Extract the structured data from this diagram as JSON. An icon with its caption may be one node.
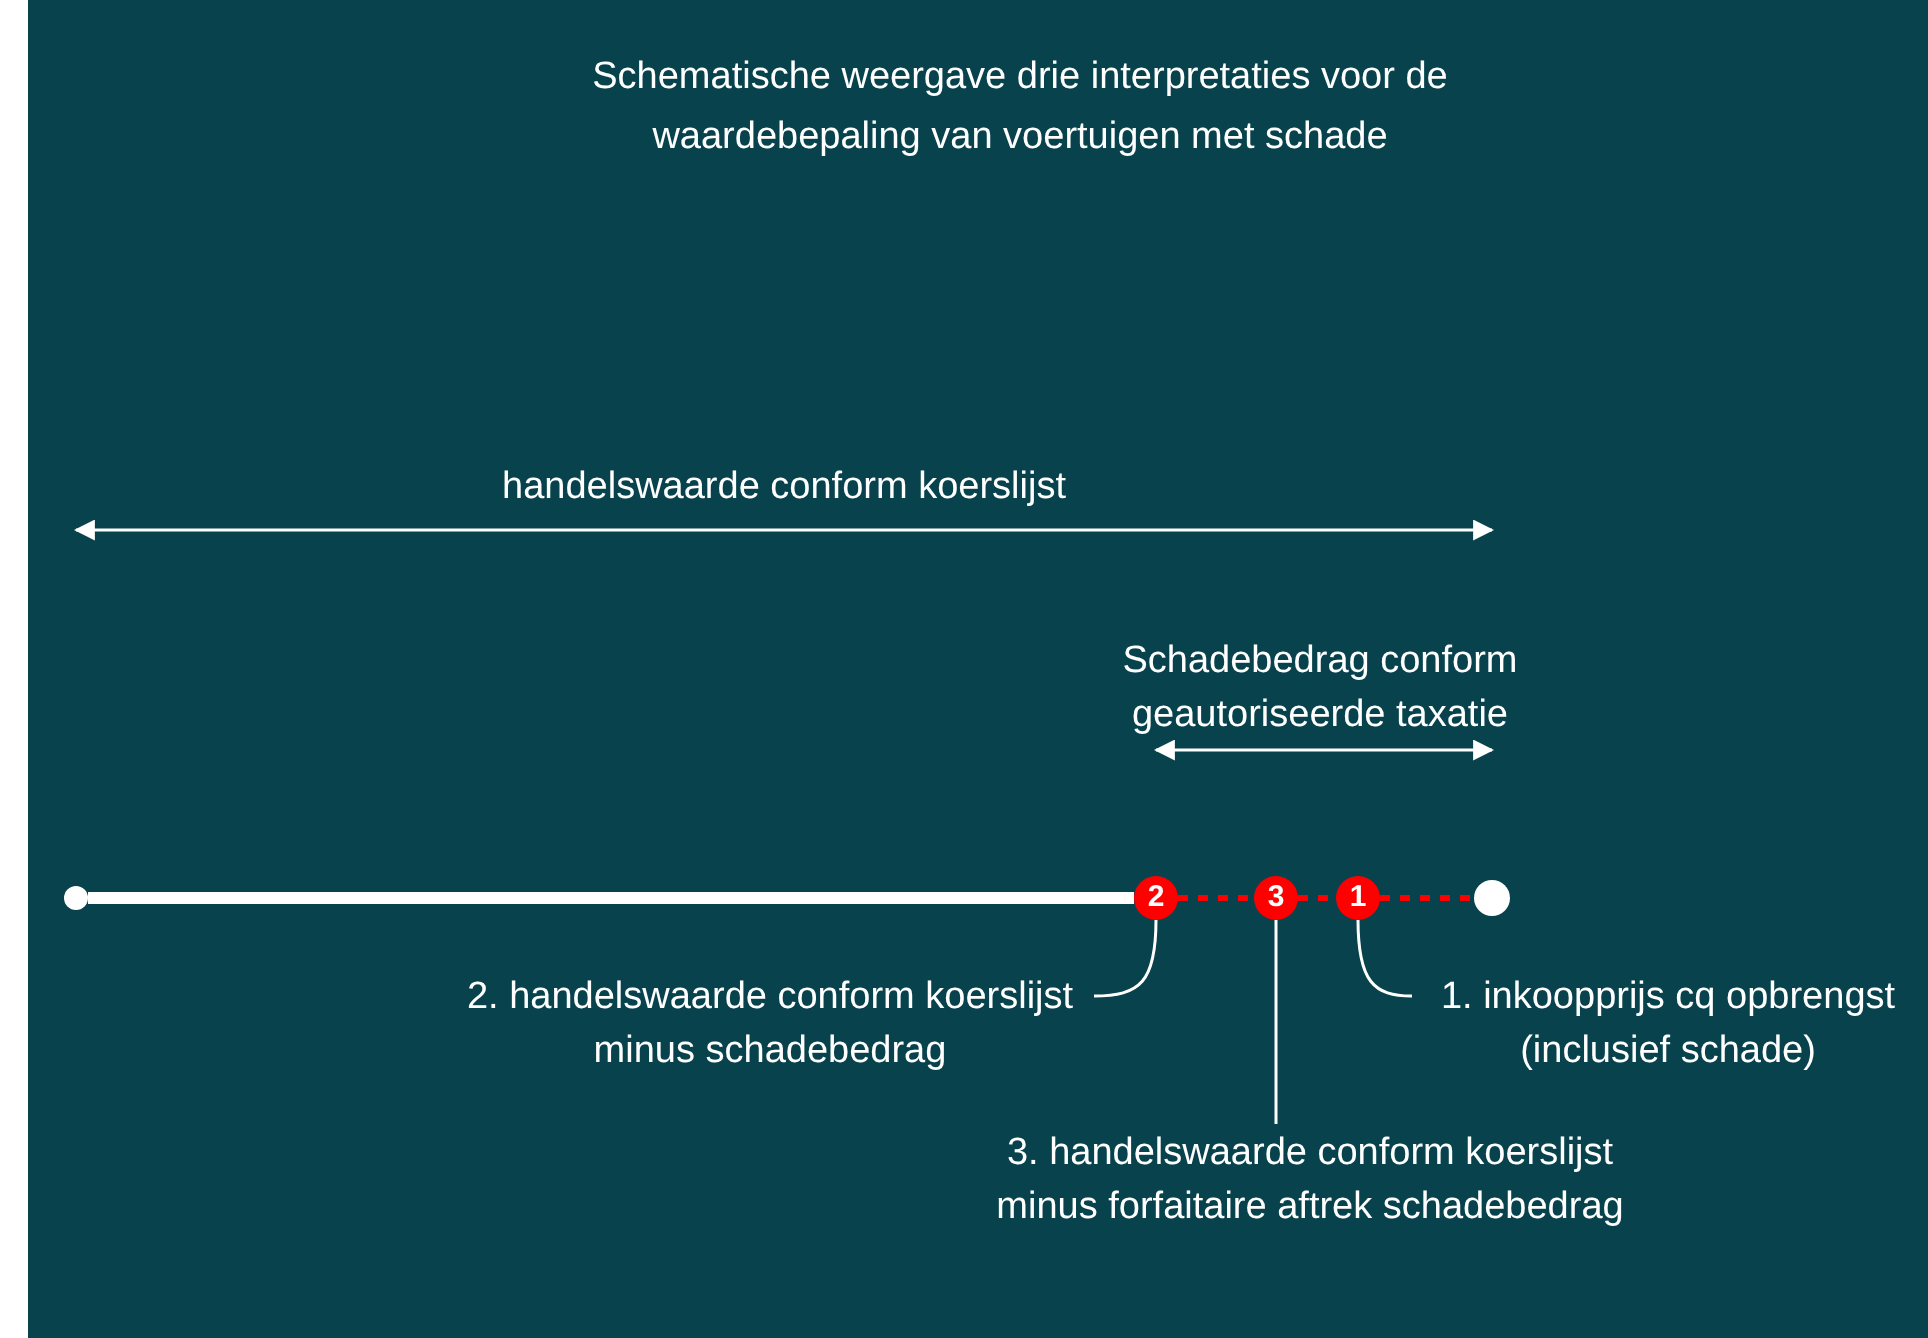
{
  "diagram": {
    "title": "Schematische weergave drie interpretaties voor de waardebepaling van voertuigen met schade",
    "nodes": [
      {
        "text": [],
        "shape": "circle"
      },
      {
        "text": [
          "2"
        ]
      },
      {
        "text": [
          "3"
        ]
      },
      {
        "text": [
          "1"
        ]
      },
      {
        "text": [],
        "shape": "circle"
      },
      {
        "text": [
          "2. handelswaarde conform koerslijst minus schadebedrag"
        ]
      },
      {
        "text": [
          "1. inkoopprijs cq opbrengst (inclusief schade)"
        ]
      },
      {
        "text": [
          "3. handelswaarde conform koerslijst minus forfaitaire aftrek schadebedrag"
        ]
      }
    ],
    "edges": [
      {
        "from": 0,
        "to": 1,
        "arrow": "none",
        "style": "thick"
      },
      {
        "from": 1,
        "to": 2,
        "arrow": "none",
        "style": "dashed",
        "color": "#ff0000"
      },
      {
        "from": 2,
        "to": 3,
        "arrow": "none",
        "style": "dashed",
        "color": "#ff0000"
      },
      {
        "from": 3,
        "to": 4,
        "arrow": "none",
        "style": "dashed",
        "color": "#ff0000"
      },
      {
        "from": 5,
        "to": 1,
        "arrow": "none"
      },
      {
        "from": 6,
        "to": 3,
        "arrow": "none"
      },
      {
        "from": 7,
        "to": 2,
        "arrow": "none"
      }
    ],
    "labels": [
      "handelswaarde conform koerslijst",
      "Schadebedrag conform geautoriseerde taxatie"
    ]
  }
}
